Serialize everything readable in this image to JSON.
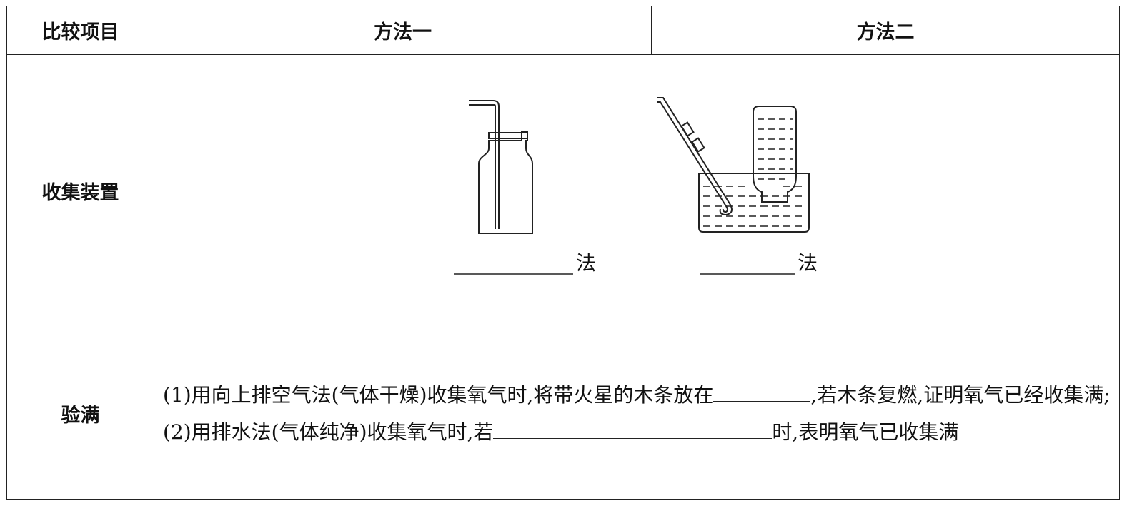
{
  "table": {
    "headers": {
      "item": "比较项目",
      "method1": "方法一",
      "method2": "方法二"
    },
    "row_apparatus": {
      "label": "收集装置",
      "method1_suffix": "法",
      "method2_suffix": "法"
    },
    "row_check": {
      "label": "验满",
      "text_part1": "(1)用向上排空气法(气体干燥)收集氧气时,将带火星的木条放在",
      "text_part2": ",若木条复燃,证明氧气已经收集满;(2)用排水法(气体纯净)收集氧气时,若",
      "text_part3": "时,表明氧气已收集满"
    }
  }
}
